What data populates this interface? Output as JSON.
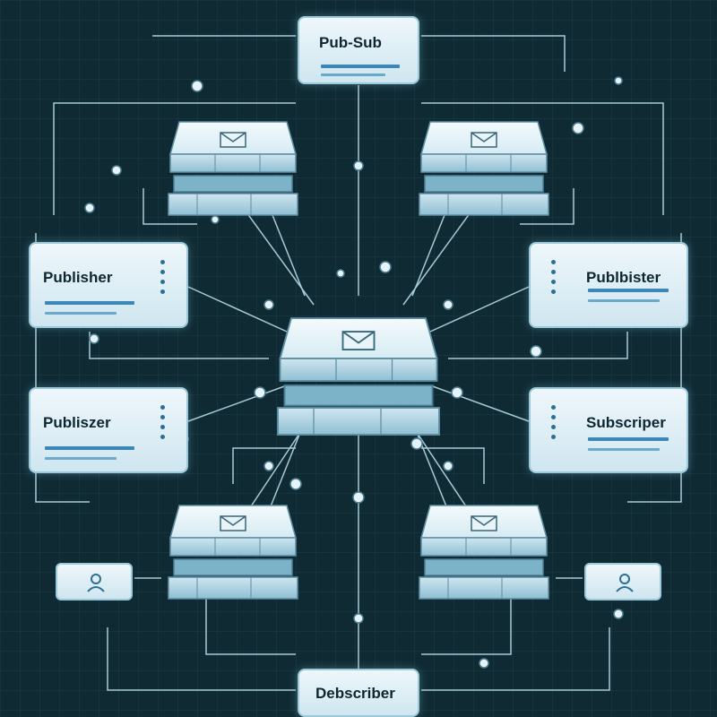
{
  "diagram": {
    "top_label": "Pub-Sub",
    "bottom_label": "Debscriber",
    "left_top_label": "Publisher",
    "left_bottom_label": "Publiszer",
    "right_top_label": "Publbister",
    "right_bottom_label": "Subscriper",
    "colors": {
      "background": "#0f2a33",
      "line": "#b8dcea",
      "card": "#e6f3f8",
      "accent": "#3c87b5"
    },
    "icons": {
      "node": "message-envelope-icon",
      "user": "user-icon",
      "hub": "envelope-icon"
    }
  }
}
